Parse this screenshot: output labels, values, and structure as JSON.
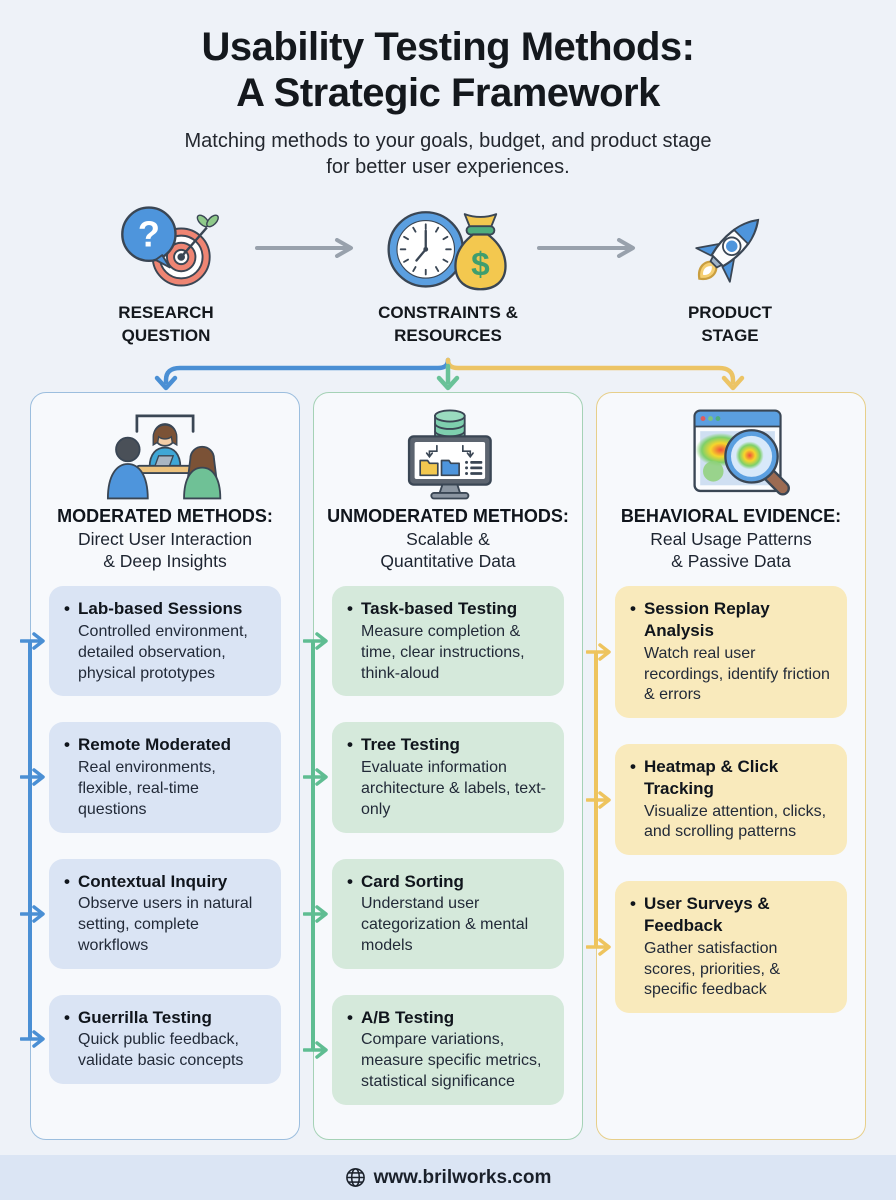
{
  "page": {
    "background": "#eef2f8",
    "title_lines": [
      "Usability Testing Methods:",
      "A Strategic Framework"
    ],
    "subtitle_lines": [
      "Matching methods to your goals, budget, and product stage",
      "for better user experiences."
    ]
  },
  "flow_steps": [
    {
      "icon": "question-target-icon",
      "label_lines": [
        "RESEARCH",
        "QUESTION"
      ]
    },
    {
      "icon": "clock-moneybag-icon",
      "label_lines": [
        "CONSTRAINTS &",
        "RESOURCES"
      ]
    },
    {
      "icon": "rocket-icon",
      "label_lines": [
        "PRODUCT",
        "STAGE"
      ]
    }
  ],
  "columns": [
    {
      "accent": "#4a8fd4",
      "icon": "moderated-session-icon",
      "heading": "MODERATED METHODS:",
      "subheading_lines": [
        "Direct User Interaction",
        "& Deep Insights"
      ],
      "cards": [
        {
          "title": "Lab-based Sessions",
          "desc": "Controlled environment, detailed observation, physical prototypes"
        },
        {
          "title": "Remote Moderated",
          "desc": "Real environments, flexible, real-time questions"
        },
        {
          "title": "Contextual Inquiry",
          "desc": "Observe users in natural setting, complete workflows"
        },
        {
          "title": "Guerrilla Testing",
          "desc": "Quick public feedback, validate basic concepts"
        }
      ]
    },
    {
      "accent": "#5fbd92",
      "icon": "analytics-computer-icon",
      "heading": "UNMODERATED METHODS:",
      "subheading_lines": [
        "Scalable &",
        "Quantitative Data"
      ],
      "cards": [
        {
          "title": "Task-based Testing",
          "desc": "Measure completion & time, clear instructions, think-aloud"
        },
        {
          "title": "Tree Testing",
          "desc": "Evaluate information architecture & labels, text-only"
        },
        {
          "title": "Card Sorting",
          "desc": "Understand user categorization & mental models"
        },
        {
          "title": "A/B Testing",
          "desc": "Compare variations, measure specific metrics, statistical significance"
        }
      ]
    },
    {
      "accent": "#eec45e",
      "icon": "heatmap-magnifier-icon",
      "heading": "BEHAVIORAL EVIDENCE:",
      "subheading_lines": [
        "Real Usage Patterns",
        "& Passive Data"
      ],
      "cards": [
        {
          "title": "Session Replay Analysis",
          "desc": "Watch real user recordings, identify friction & errors"
        },
        {
          "title": "Heatmap & Click Tracking",
          "desc": "Visualize attention, clicks, and scrolling patterns"
        },
        {
          "title": "User Surveys & Feedback",
          "desc": "Gather satisfaction scores, priorities, & specific feedback"
        }
      ]
    }
  ],
  "footer": {
    "icon": "globe-icon",
    "url": "www.brilworks.com"
  }
}
